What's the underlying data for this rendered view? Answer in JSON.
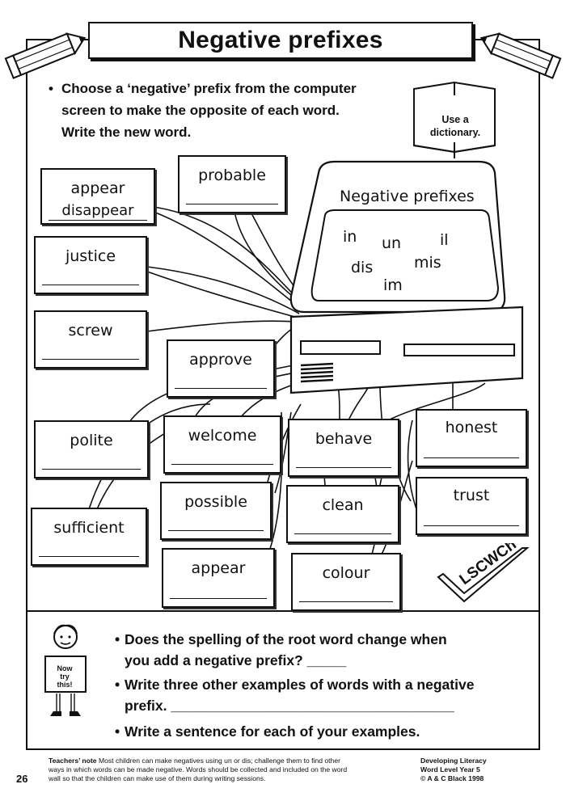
{
  "title": "Negative prefixes",
  "instruction": {
    "bullet": "•",
    "line1": "Choose a ‘negative’ prefix from the computer",
    "line2": "screen to make the opposite of each word.",
    "line3": "Write the new word."
  },
  "dictionary": {
    "line1": "Use a",
    "line2": "dictionary."
  },
  "screen": {
    "title": "Negative prefixes",
    "prefixes": [
      "in",
      "un",
      "il",
      "dis",
      "mis",
      "im"
    ]
  },
  "words": [
    {
      "word": "appear",
      "answer": "disappear"
    },
    {
      "word": "probable",
      "answer": ""
    },
    {
      "word": "justice",
      "answer": ""
    },
    {
      "word": "screw",
      "answer": ""
    },
    {
      "word": "approve",
      "answer": ""
    },
    {
      "word": "polite",
      "answer": ""
    },
    {
      "word": "welcome",
      "answer": ""
    },
    {
      "word": "behave",
      "answer": ""
    },
    {
      "word": "honest",
      "answer": ""
    },
    {
      "word": "sufficient",
      "answer": ""
    },
    {
      "word": "possible",
      "answer": ""
    },
    {
      "word": "clean",
      "answer": ""
    },
    {
      "word": "trust",
      "answer": ""
    },
    {
      "word": "appear",
      "answer": ""
    },
    {
      "word": "colour",
      "answer": ""
    }
  ],
  "stamp": "LSCWCh",
  "now_try": {
    "line1": "Now",
    "line2": "try",
    "line3": "this!"
  },
  "questions": {
    "bullet": "•",
    "q1_line1": "Does the spelling of the root word change when",
    "q1_line2": "you add a negative prefix? _____",
    "q2_line1": "Write three other examples of words with a negative",
    "q2_line2": "prefix. ____________________________________",
    "q3": "Write a sentence for each of your examples."
  },
  "footer": {
    "note_label": "Teachers’ note",
    "note_line1": "Most children can make negatives using un or dis; challenge them to find other",
    "note_line2": "ways in which words can be made negative. Words should be collected and included on the word",
    "note_line3": "wall so that the children can make use of them during writing sessions.",
    "page_number": "26",
    "credit_line1": "Developing Literacy",
    "credit_line2": "Word Level Year 5",
    "credit_line3": "© A & C Black 1998"
  }
}
